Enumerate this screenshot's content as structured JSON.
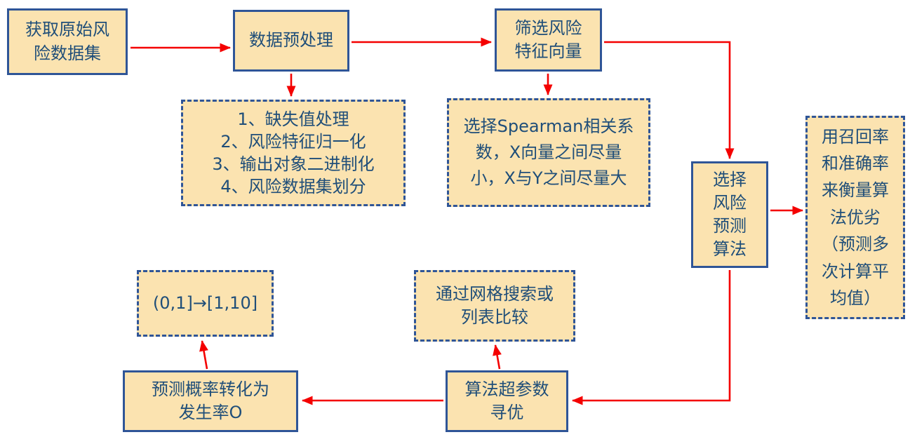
{
  "diagram": {
    "colors": {
      "box_fill": "#FBE3B0",
      "box_border": "#2F5597",
      "text": "#1F4E79",
      "arrow": "#F40000",
      "background": "#FFFFFF"
    },
    "nodes": {
      "acquire": {
        "label": "获取原始风\n险数据集",
        "style": "solid"
      },
      "preprocess": {
        "label": "数据预处理",
        "style": "solid"
      },
      "preprocess_steps": {
        "label": "1、缺失值处理\n2、风险特征归一化\n3、输出对象二进制化\n4、风险数据集划分",
        "style": "dashed"
      },
      "filter_features": {
        "label": "筛选风险\n特征向量",
        "style": "dashed-note-target"
      },
      "spearman_note": {
        "label": "选择Spearman相关系\n数，X向量之间尽量\n小，X与Y之间尽量大",
        "style": "dashed"
      },
      "select_algorithm": {
        "label": "选择\n风险\n预测\n算法",
        "style": "solid"
      },
      "evaluate_note": {
        "label": "用召回率\n和准确率\n来衡量算\n法优劣\n（预测多\n次计算平\n均值）",
        "style": "dashed"
      },
      "hyperparam_search": {
        "label": "算法超参数\n寻优",
        "style": "solid"
      },
      "grid_search_note": {
        "label": "通过网格搜索或\n列表比较",
        "style": "dashed"
      },
      "probability_convert": {
        "label": "预测概率转化为\n发生率O",
        "style": "solid"
      },
      "range_mapping_note": {
        "label": "(0,1]→[1,10]",
        "style": "dashed"
      }
    }
  }
}
